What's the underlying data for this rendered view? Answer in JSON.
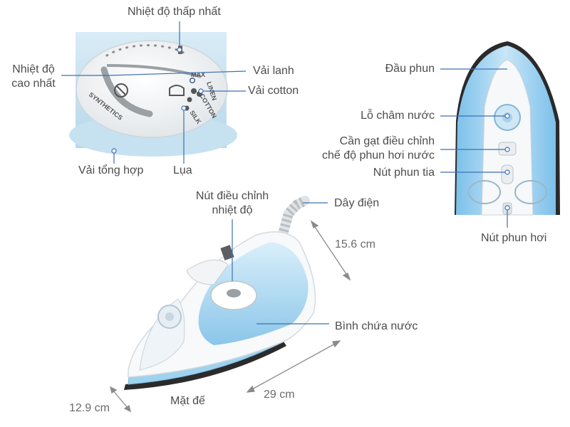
{
  "dial_labels": {
    "min_temp": "Nhiệt độ thấp nhất",
    "max_temp": "Nhiệt độ\ncao nhất",
    "linen": "Vải lanh",
    "cotton": "Vải cotton",
    "synthetic": "Vải tổng hợp",
    "silk": "Lụa"
  },
  "dial_print": {
    "max": "MAX",
    "linen": "LINEN",
    "cotton": "COTTON",
    "silk": "SILK",
    "synthetics": "SYNTHETICS"
  },
  "iron_labels": {
    "temp_knob": "Nút điều chỉnh\nnhiệt độ",
    "power_cord": "Dây điện",
    "water_tank": "Bình chứa nước",
    "soleplate": "Mặt đế"
  },
  "top_view_labels": {
    "spray_nozzle": "Đầu phun",
    "water_inlet": "Lỗ châm nước",
    "steam_lever": "Cần gạt điều chỉnh\nchế độ phun hơi nước",
    "spray_button": "Nút phun tia",
    "steam_button": "Nút phun hơi"
  },
  "dimensions": {
    "height": "15.6 cm",
    "length": "29 cm",
    "width": "12.9 cm"
  },
  "colors": {
    "leader_line": "#3f6fb5",
    "iron_blue": "#8fcaec",
    "iron_white": "#f6f8fa",
    "soleplate": "#2b2b2b"
  }
}
